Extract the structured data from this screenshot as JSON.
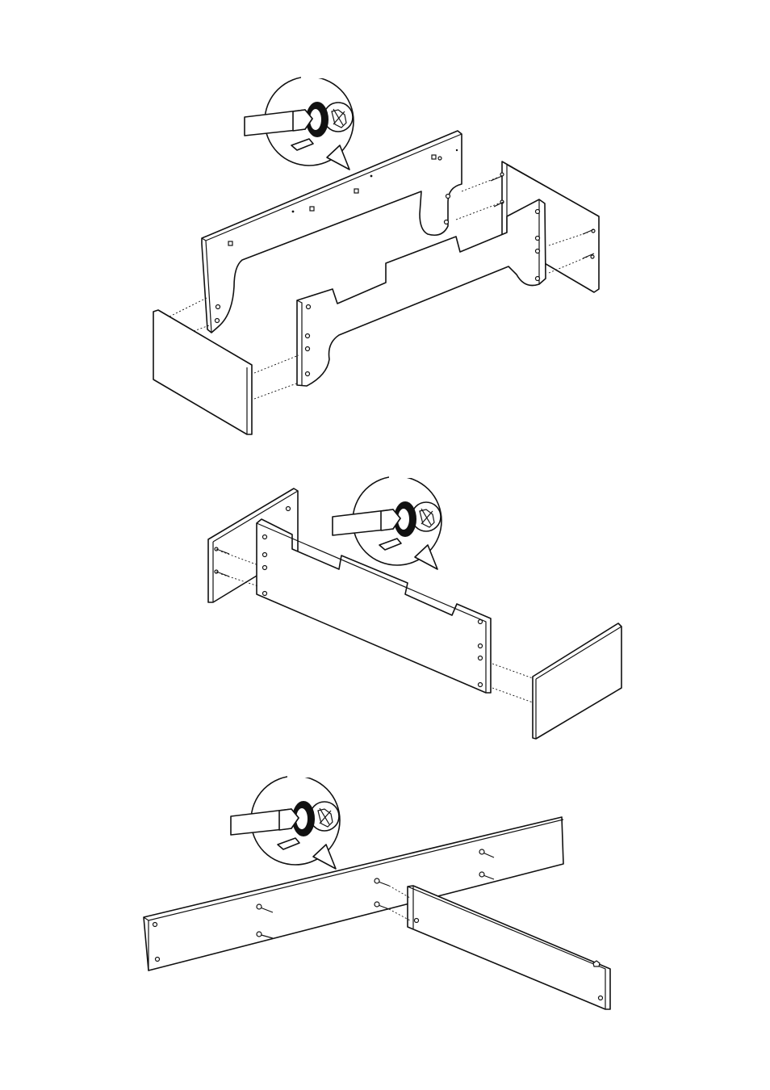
{
  "steps": [
    {
      "id": "step-1",
      "panels": [
        "back-panel",
        "front-panel",
        "left-side-panel",
        "right-side-panel"
      ],
      "tool": "screwdriver-icon"
    },
    {
      "id": "step-2",
      "panels": [
        "front-panel",
        "left-side-panel",
        "right-side-panel"
      ],
      "tool": "screwdriver-icon"
    },
    {
      "id": "step-3",
      "panels": [
        "long-rail",
        "cross-rail"
      ],
      "tool": "screwdriver-icon"
    }
  ],
  "colors": {
    "line": "#111111",
    "fill": "#ffffff"
  }
}
